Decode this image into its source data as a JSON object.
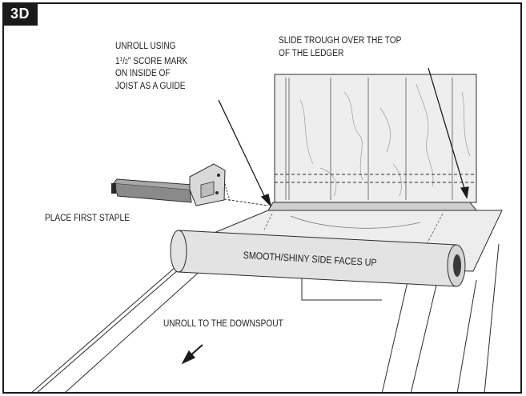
{
  "badge": "3D",
  "labels": {
    "unroll_guide_1": "UNROLL USING",
    "unroll_guide_2_pre": "1",
    "unroll_guide_2_sup": "1",
    "unroll_guide_2_slash": "/",
    "unroll_guide_2_sub": "2",
    "unroll_guide_2_post": "\" SCORE MARK",
    "unroll_guide_3": "ON INSIDE OF",
    "unroll_guide_4": "JOIST AS A GUIDE",
    "slide_trough_1": "SLIDE TROUGH OVER THE TOP",
    "slide_trough_2": "OF THE LEDGER",
    "first_staple": "PLACE FIRST STAPLE",
    "roll_text": "SMOOTH/SHINY SIDE FACES UP",
    "unroll_downspout": "UNROLL TO THE DOWNSPOUT"
  },
  "colors": {
    "line": "#2b2b2b",
    "wood": "#eeeeee",
    "roll": "#e3e3e3",
    "membrane": "#ededed",
    "stapler": "#8a8a8a"
  }
}
